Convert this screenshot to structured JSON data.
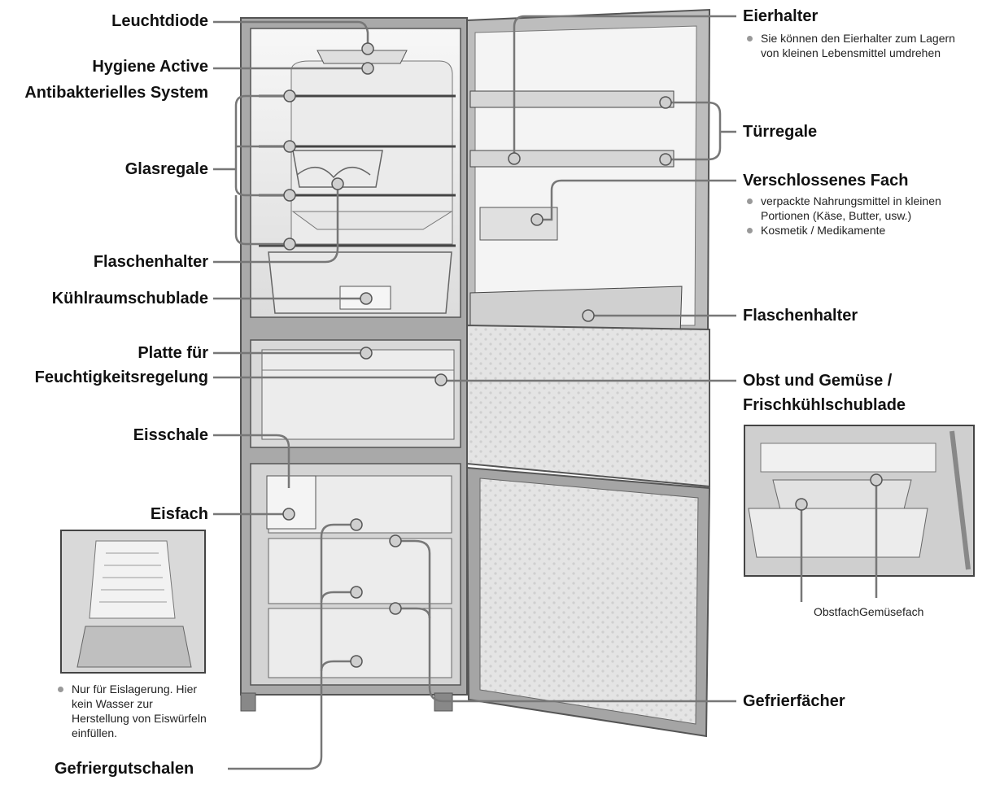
{
  "labels_left": {
    "leuchtdiode": "Leuchtdiode",
    "hygiene_line1": "Hygiene Active",
    "hygiene_line2": "Antibakterielles System",
    "glasregale": "Glasregale",
    "flaschenhalter": "Flaschenhalter",
    "kuehlraumschublade": "Kühlraumschublade",
    "platte_line1": "Platte für",
    "platte_line2": "Feuchtigkeitsregelung",
    "eisschale": "Eisschale",
    "eisfach": "Eisfach",
    "gefriergutschalen": "Gefriergutschalen"
  },
  "labels_right": {
    "eierhalter": "Eierhalter",
    "tuerregale": "Türregale",
    "verschlossenes_fach": "Verschlossenes Fach",
    "flaschenhalter": "Flaschenhalter",
    "obst_line1": "Obst und Gemüse /",
    "obst_line2": "Frischkühlschublade",
    "gefrierfaecher": "Gefrierfächer"
  },
  "notes": {
    "eierhalter": [
      "Sie können den Eierhalter zum Lagern von kleinen Lebensmittel umdrehen"
    ],
    "verschlossenes_fach": [
      "verpackte Nahrungsmittel in kleinen Portionen (Käse, Butter, usw.)",
      "Kosmetik / Medikamente"
    ],
    "eisfach": [
      "Nur für Eislagerung. Hier kein Wasser zur Herstellung von Eiswürfeln einfüllen."
    ]
  },
  "inset_caption": "ObstfachGemüsefach"
}
